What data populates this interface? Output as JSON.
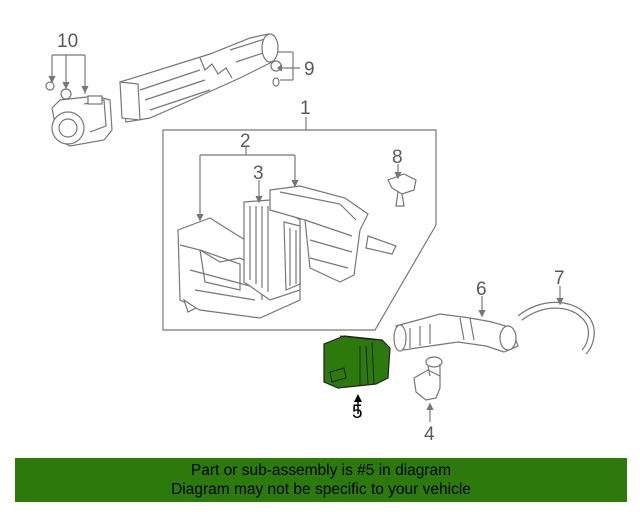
{
  "callouts": {
    "c1": "1",
    "c2": "2",
    "c3": "3",
    "c4": "4",
    "c5": "5",
    "c6": "6",
    "c7": "7",
    "c8": "8",
    "c9": "9",
    "c10": "10"
  },
  "highlight_color": "#2b7a0b",
  "banner": {
    "line1": "Part or sub-assembly is #5 in diagram",
    "line2": "Diagram may not be specific to your vehicle"
  }
}
